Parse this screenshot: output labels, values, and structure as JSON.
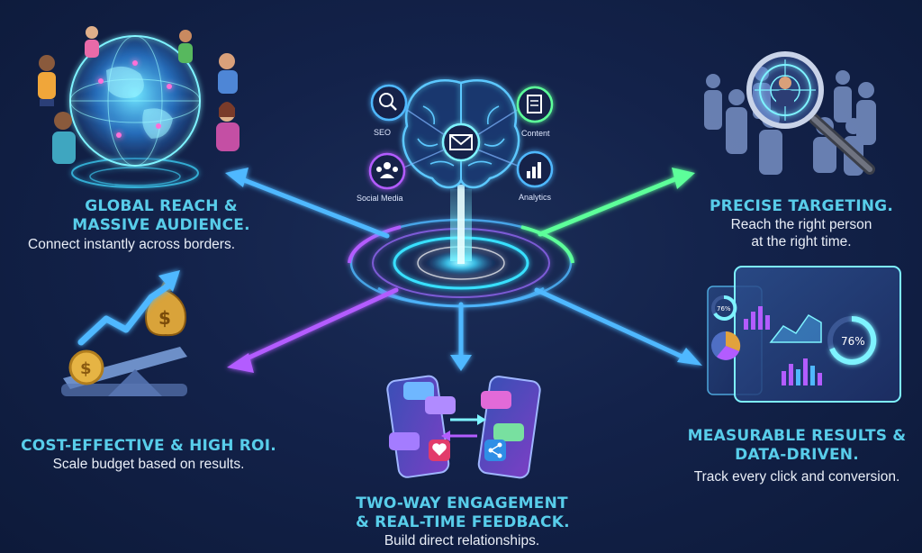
{
  "hub": {
    "labels": {
      "seo": "SEO",
      "content": "Content",
      "social": "Social Media",
      "analytics": "Analytics"
    }
  },
  "blocks": {
    "global": {
      "title_line1": "GLOBAL REACH &",
      "title_line2": "MASSIVE AUDIENCE.",
      "desc": "Connect instantly across borders."
    },
    "targeting": {
      "title": "PRECISE TARGETING.",
      "desc_line1": "Reach the right person",
      "desc_line2": "at the right time."
    },
    "cost": {
      "title": "COST-EFFECTIVE & HIGH ROI.",
      "desc": "Scale budget based on results."
    },
    "engagement": {
      "title_line1": "TWO-WAY ENGAGEMENT",
      "title_line2": "& REAL-TIME FEEDBACK.",
      "desc": "Build direct relationships."
    },
    "measurable": {
      "title_line1": "MEASURABLE RESULTS &",
      "title_line2": "DATA-DRIVEN.",
      "desc": "Track every click and conversion."
    }
  },
  "dashboard": {
    "gauge_left": "76%",
    "gauge_right": "76%"
  },
  "colors": {
    "background": "#13224a",
    "title": "#58cdea",
    "description": "#e9eef7",
    "arrow_blue": "#4fb8ff",
    "arrow_purple": "#b35cff",
    "arrow_green": "#5dff9a",
    "glow_cyan": "#22e0ff",
    "money_gold": "#d9a33a"
  },
  "icons": [
    "search-icon",
    "document-icon",
    "mail-icon",
    "people-icon",
    "chart-icon",
    "brain-icon",
    "globe-icon",
    "magnifier-icon",
    "money-bag-icon",
    "coin-icon",
    "phone-icon",
    "heart-icon",
    "share-icon"
  ]
}
